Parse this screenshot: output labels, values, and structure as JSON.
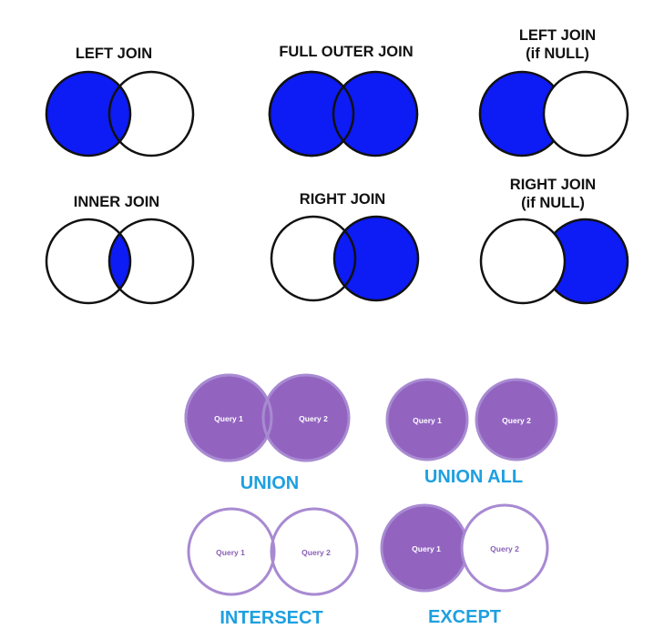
{
  "colors": {
    "join_fill": "#0d1bf5",
    "join_stroke": "#111111",
    "set_fill": "#9264c0",
    "set_stroke": "#a88ad2",
    "set_title": "#1ea0e0",
    "set_hatch": "#7c4fa8"
  },
  "joins": {
    "left_join": {
      "title": "LEFT JOIN"
    },
    "full_outer_join": {
      "title": "FULL OUTER JOIN"
    },
    "left_join_null": {
      "title_line1": "LEFT JOIN",
      "title_line2": "(if NULL)"
    },
    "inner_join": {
      "title": "INNER JOIN"
    },
    "right_join": {
      "title": "RIGHT JOIN"
    },
    "right_join_null": {
      "title_line1": "RIGHT JOIN",
      "title_line2": "(if NULL)"
    }
  },
  "set_ops": {
    "union": {
      "title": "UNION",
      "left_label": "Query 1",
      "right_label": "Query 2"
    },
    "union_all": {
      "title": "UNION ALL",
      "left_label": "Query 1",
      "right_label": "Query 2"
    },
    "intersect": {
      "title": "INTERSECT",
      "left_label": "Query 1",
      "right_label": "Query 2"
    },
    "except": {
      "title": "EXCEPT",
      "left_label": "Query 1",
      "right_label": "Query 2"
    }
  }
}
